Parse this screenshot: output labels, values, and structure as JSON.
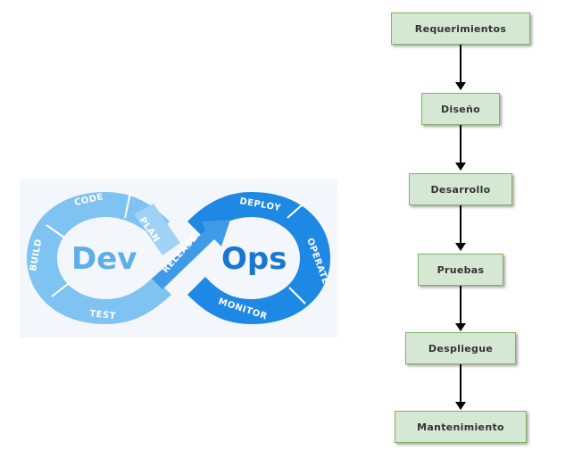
{
  "devops": {
    "dev_label": "Dev",
    "ops_label": "Ops",
    "stages": {
      "code": "CODE",
      "plan": "PLAN",
      "build": "BUILD",
      "test": "TEST",
      "release": "RELEASE",
      "deploy": "DEPLOY",
      "operate": "OPERATE",
      "monitor": "MONITOR"
    },
    "colors": {
      "dev_light": "#7fc3f2",
      "dev_text": "#5eaee8",
      "ops_dark": "#1e88e5",
      "ops_text": "#1976d2"
    }
  },
  "waterfall": {
    "steps": [
      "Requerimientos",
      "Diseño",
      "Desarrollo",
      "Pruebas",
      "Despliegue",
      "Mantenimiento"
    ],
    "colors": {
      "fill": "#d5e8d4",
      "stroke": "#82b366"
    }
  }
}
